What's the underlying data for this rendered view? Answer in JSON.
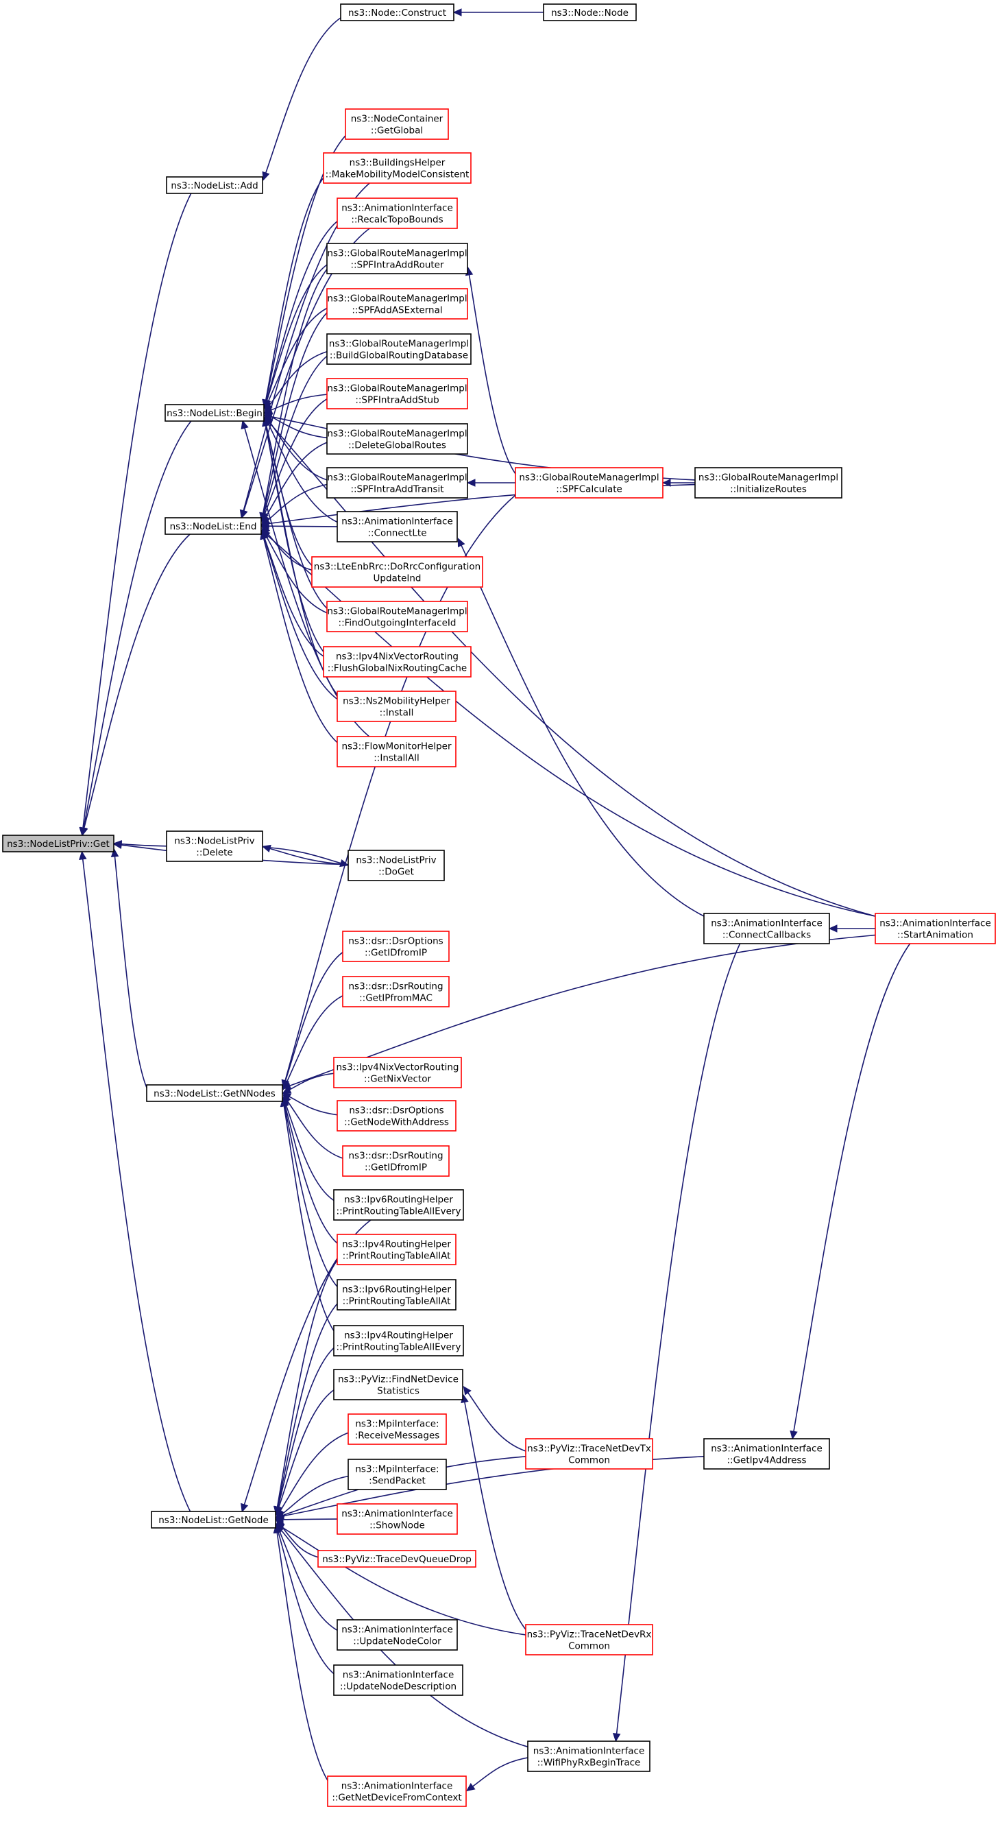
{
  "diagram": {
    "type": "call-graph",
    "colors": {
      "edge": "#191970",
      "normal_border": "#000000",
      "truncated_border": "#ff0000",
      "root_fill": "#bfbfbf"
    },
    "nodes": [
      {
        "id": "root",
        "lines": [
          "ns3::NodeListPriv::Get"
        ],
        "style": "root"
      },
      {
        "id": "nodelist_add",
        "lines": [
          "ns3::NodeList::Add"
        ],
        "style": "normal"
      },
      {
        "id": "node_construct",
        "lines": [
          "ns3::Node::Construct"
        ],
        "style": "normal"
      },
      {
        "id": "node_node",
        "lines": [
          "ns3::Node::Node"
        ],
        "style": "normal"
      },
      {
        "id": "nodelist_begin",
        "lines": [
          "ns3::NodeList::Begin"
        ],
        "style": "normal"
      },
      {
        "id": "nodelist_end",
        "lines": [
          "ns3::NodeList::End"
        ],
        "style": "normal"
      },
      {
        "id": "nodecontainer_getglobal",
        "lines": [
          "ns3::NodeContainer",
          "::GetGlobal"
        ],
        "style": "truncated"
      },
      {
        "id": "buildings_makemobility",
        "lines": [
          "ns3::BuildingsHelper",
          "::MakeMobilityModelConsistent"
        ],
        "style": "truncated"
      },
      {
        "id": "anim_recalc",
        "lines": [
          "ns3::AnimationInterface",
          "::RecalcTopoBounds"
        ],
        "style": "truncated"
      },
      {
        "id": "grm_spfintraaddrouter",
        "lines": [
          "ns3::GlobalRouteManagerImpl",
          "::SPFIntraAddRouter"
        ],
        "style": "normal"
      },
      {
        "id": "grm_spfaddasexternal",
        "lines": [
          "ns3::GlobalRouteManagerImpl",
          "::SPFAddASExternal"
        ],
        "style": "truncated"
      },
      {
        "id": "grm_buildglobal",
        "lines": [
          "ns3::GlobalRouteManagerImpl",
          "::BuildGlobalRoutingDatabase"
        ],
        "style": "normal"
      },
      {
        "id": "grm_spfintraaddstub",
        "lines": [
          "ns3::GlobalRouteManagerImpl",
          "::SPFIntraAddStub"
        ],
        "style": "truncated"
      },
      {
        "id": "grm_deleteglobal",
        "lines": [
          "ns3::GlobalRouteManagerImpl",
          "::DeleteGlobalRoutes"
        ],
        "style": "normal"
      },
      {
        "id": "grm_spfintraaddtransit",
        "lines": [
          "ns3::GlobalRouteManagerImpl",
          "::SPFIntraAddTransit"
        ],
        "style": "normal"
      },
      {
        "id": "grm_spfcalculate",
        "lines": [
          "ns3::GlobalRouteManagerImpl",
          "::SPFCalculate"
        ],
        "style": "truncated"
      },
      {
        "id": "grm_initializeroutes",
        "lines": [
          "ns3::GlobalRouteManagerImpl",
          "::InitializeRoutes"
        ],
        "style": "normal"
      },
      {
        "id": "anim_connectlte",
        "lines": [
          "ns3::AnimationInterface",
          "::ConnectLte"
        ],
        "style": "normal"
      },
      {
        "id": "lte_dorrc",
        "lines": [
          "ns3::LteEnbRrc::DoRrcConfiguration",
          "UpdateInd"
        ],
        "style": "truncated"
      },
      {
        "id": "grm_findoutgoing",
        "lines": [
          "ns3::GlobalRouteManagerImpl",
          "::FindOutgoingInterfaceId"
        ],
        "style": "truncated"
      },
      {
        "id": "ipv4nix_flush",
        "lines": [
          "ns3::Ipv4NixVectorRouting",
          "::FlushGlobalNixRoutingCache"
        ],
        "style": "truncated"
      },
      {
        "id": "ns2mobility_install",
        "lines": [
          "ns3::Ns2MobilityHelper",
          "::Install"
        ],
        "style": "truncated"
      },
      {
        "id": "flowmonitor_installall",
        "lines": [
          "ns3::FlowMonitorHelper",
          "::InstallAll"
        ],
        "style": "truncated"
      },
      {
        "id": "nlp_delete",
        "lines": [
          "ns3::NodeListPriv",
          "::Delete"
        ],
        "style": "normal"
      },
      {
        "id": "nlp_doget",
        "lines": [
          "ns3::NodeListPriv",
          "::DoGet"
        ],
        "style": "normal"
      },
      {
        "id": "anim_connectcallbacks",
        "lines": [
          "ns3::AnimationInterface",
          "::ConnectCallbacks"
        ],
        "style": "normal"
      },
      {
        "id": "anim_startanimation",
        "lines": [
          "ns3::AnimationInterface",
          "::StartAnimation"
        ],
        "style": "truncated"
      },
      {
        "id": "dsropt_getidfromip",
        "lines": [
          "ns3::dsr::DsrOptions",
          "::GetIDfromIP"
        ],
        "style": "truncated"
      },
      {
        "id": "dsrrouting_getipfrommac",
        "lines": [
          "ns3::dsr::DsrRouting",
          "::GetIPfromMAC"
        ],
        "style": "truncated"
      },
      {
        "id": "nodelist_getnnodes",
        "lines": [
          "ns3::NodeList::GetNNodes"
        ],
        "style": "normal"
      },
      {
        "id": "ipv4nix_getnixvector",
        "lines": [
          "ns3::Ipv4NixVectorRouting",
          "::GetNixVector"
        ],
        "style": "truncated"
      },
      {
        "id": "dsropt_getnodewithaddress",
        "lines": [
          "ns3::dsr::DsrOptions",
          "::GetNodeWithAddress"
        ],
        "style": "truncated"
      },
      {
        "id": "dsrrouting_getidfromip",
        "lines": [
          "ns3::dsr::DsrRouting",
          "::GetIDfromIP"
        ],
        "style": "truncated"
      },
      {
        "id": "ipv6rh_printallevery",
        "lines": [
          "ns3::Ipv6RoutingHelper",
          "::PrintRoutingTableAllEvery"
        ],
        "style": "normal"
      },
      {
        "id": "ipv4rh_printallat",
        "lines": [
          "ns3::Ipv4RoutingHelper",
          "::PrintRoutingTableAllAt"
        ],
        "style": "truncated"
      },
      {
        "id": "ipv6rh_printallat",
        "lines": [
          "ns3::Ipv6RoutingHelper",
          "::PrintRoutingTableAllAt"
        ],
        "style": "normal"
      },
      {
        "id": "ipv4rh_printallevery",
        "lines": [
          "ns3::Ipv4RoutingHelper",
          "::PrintRoutingTableAllEvery"
        ],
        "style": "normal"
      },
      {
        "id": "pyviz_findnetdevice",
        "lines": [
          "ns3::PyViz::FindNetDevice",
          "Statistics"
        ],
        "style": "normal"
      },
      {
        "id": "mpi_receivemessages",
        "lines": [
          "ns3::MpiInterface:",
          ":ReceiveMessages"
        ],
        "style": "truncated"
      },
      {
        "id": "pyviz_tracenetdevtx",
        "lines": [
          "ns3::PyViz::TraceNetDevTx",
          "Common"
        ],
        "style": "truncated"
      },
      {
        "id": "anim_getipv4address",
        "lines": [
          "ns3::AnimationInterface",
          "::GetIpv4Address"
        ],
        "style": "normal"
      },
      {
        "id": "mpi_sendpacket",
        "lines": [
          "ns3::MpiInterface:",
          ":SendPacket"
        ],
        "style": "normal"
      },
      {
        "id": "nodelist_getnode",
        "lines": [
          "ns3::NodeList::GetNode"
        ],
        "style": "normal"
      },
      {
        "id": "anim_shownode",
        "lines": [
          "ns3::AnimationInterface",
          "::ShowNode"
        ],
        "style": "truncated"
      },
      {
        "id": "pyviz_tracedevqueuedrop",
        "lines": [
          "ns3::PyViz::TraceDevQueueDrop"
        ],
        "style": "truncated"
      },
      {
        "id": "anim_updatenodecolor",
        "lines": [
          "ns3::AnimationInterface",
          "::UpdateNodeColor"
        ],
        "style": "normal"
      },
      {
        "id": "pyviz_tracenetdevrx",
        "lines": [
          "ns3::PyViz::TraceNetDevRx",
          "Common"
        ],
        "style": "truncated"
      },
      {
        "id": "anim_updatenodedescription",
        "lines": [
          "ns3::AnimationInterface",
          "::UpdateNodeDescription"
        ],
        "style": "normal"
      },
      {
        "id": "anim_wifiphyrxbegintrace",
        "lines": [
          "ns3::AnimationInterface",
          "::WifiPhyRxBeginTrace"
        ],
        "style": "normal"
      },
      {
        "id": "anim_getnetdevicefromcontext",
        "lines": [
          "ns3::AnimationInterface",
          "::GetNetDeviceFromContext"
        ],
        "style": "truncated"
      }
    ],
    "edges": [
      {
        "from": "nodelist_add",
        "to": "root"
      },
      {
        "from": "node_construct",
        "to": "nodelist_add"
      },
      {
        "from": "node_node",
        "to": "node_construct"
      },
      {
        "from": "nodelist_begin",
        "to": "root"
      },
      {
        "from": "nodelist_end",
        "to": "root"
      },
      {
        "from": "nlp_delete",
        "to": "root"
      },
      {
        "from": "nlp_doget",
        "to": "root"
      },
      {
        "from": "nlp_doget",
        "to": "nlp_delete"
      },
      {
        "from": "nlp_delete",
        "to": "nlp_doget"
      },
      {
        "from": "nodelist_getnnodes",
        "to": "root"
      },
      {
        "from": "nodelist_getnode",
        "to": "root"
      },
      {
        "from": "nodecontainer_getglobal",
        "to": "nodelist_begin"
      },
      {
        "from": "buildings_makemobility",
        "to": "nodelist_begin"
      },
      {
        "from": "anim_recalc",
        "to": "nodelist_begin"
      },
      {
        "from": "grm_spfintraaddrouter",
        "to": "nodelist_begin"
      },
      {
        "from": "grm_spfaddasexternal",
        "to": "nodelist_begin"
      },
      {
        "from": "grm_buildglobal",
        "to": "nodelist_begin"
      },
      {
        "from": "grm_spfintraaddstub",
        "to": "nodelist_begin"
      },
      {
        "from": "grm_deleteglobal",
        "to": "nodelist_begin"
      },
      {
        "from": "grm_spfintraaddtransit",
        "to": "nodelist_begin"
      },
      {
        "from": "anim_connectlte",
        "to": "nodelist_begin"
      },
      {
        "from": "lte_dorrc",
        "to": "nodelist_begin"
      },
      {
        "from": "grm_findoutgoing",
        "to": "nodelist_begin"
      },
      {
        "from": "ipv4nix_flush",
        "to": "nodelist_begin"
      },
      {
        "from": "ns2mobility_install",
        "to": "nodelist_begin"
      },
      {
        "from": "flowmonitor_installall",
        "to": "nodelist_begin"
      },
      {
        "from": "grm_initializeroutes",
        "to": "nodelist_begin"
      },
      {
        "from": "anim_startanimation",
        "to": "nodelist_begin"
      },
      {
        "from": "buildings_makemobility",
        "to": "nodelist_end"
      },
      {
        "from": "anim_recalc",
        "to": "nodelist_end"
      },
      {
        "from": "grm_spfintraaddrouter",
        "to": "nodelist_end"
      },
      {
        "from": "grm_spfaddasexternal",
        "to": "nodelist_end"
      },
      {
        "from": "grm_buildglobal",
        "to": "nodelist_end"
      },
      {
        "from": "grm_spfintraaddstub",
        "to": "nodelist_end"
      },
      {
        "from": "grm_deleteglobal",
        "to": "nodelist_end"
      },
      {
        "from": "grm_spfintraaddtransit",
        "to": "nodelist_end"
      },
      {
        "from": "anim_connectlte",
        "to": "nodelist_end"
      },
      {
        "from": "lte_dorrc",
        "to": "nodelist_end"
      },
      {
        "from": "grm_findoutgoing",
        "to": "nodelist_end"
      },
      {
        "from": "ipv4nix_flush",
        "to": "nodelist_end"
      },
      {
        "from": "ns2mobility_install",
        "to": "nodelist_end"
      },
      {
        "from": "flowmonitor_installall",
        "to": "nodelist_end"
      },
      {
        "from": "grm_initializeroutes",
        "to": "nodelist_end"
      },
      {
        "from": "anim_startanimation",
        "to": "nodelist_end"
      },
      {
        "from": "grm_spfcalculate",
        "to": "grm_spfintraaddrouter"
      },
      {
        "from": "grm_spfcalculate",
        "to": "grm_spfintraaddtransit"
      },
      {
        "from": "grm_initializeroutes",
        "to": "grm_spfcalculate"
      },
      {
        "from": "anim_connectcallbacks",
        "to": "anim_connectlte"
      },
      {
        "from": "anim_startanimation",
        "to": "anim_connectcallbacks"
      },
      {
        "from": "dsropt_getidfromip",
        "to": "nodelist_getnnodes"
      },
      {
        "from": "dsrrouting_getipfrommac",
        "to": "nodelist_getnnodes"
      },
      {
        "from": "ipv4nix_getnixvector",
        "to": "nodelist_getnnodes"
      },
      {
        "from": "dsropt_getnodewithaddress",
        "to": "nodelist_getnnodes"
      },
      {
        "from": "dsrrouting_getidfromip",
        "to": "nodelist_getnnodes"
      },
      {
        "from": "ipv6rh_printallevery",
        "to": "nodelist_getnnodes"
      },
      {
        "from": "ipv4rh_printallat",
        "to": "nodelist_getnnodes"
      },
      {
        "from": "ipv6rh_printallat",
        "to": "nodelist_getnnodes"
      },
      {
        "from": "ipv4rh_printallevery",
        "to": "nodelist_getnnodes"
      },
      {
        "from": "grm_spfcalculate",
        "to": "nodelist_getnnodes"
      },
      {
        "from": "anim_startanimation",
        "to": "nodelist_getnnodes"
      },
      {
        "from": "ipv6rh_printallevery",
        "to": "nodelist_getnode"
      },
      {
        "from": "ipv4rh_printallat",
        "to": "nodelist_getnode"
      },
      {
        "from": "ipv6rh_printallat",
        "to": "nodelist_getnode"
      },
      {
        "from": "ipv4rh_printallevery",
        "to": "nodelist_getnode"
      },
      {
        "from": "pyviz_findnetdevice",
        "to": "nodelist_getnode"
      },
      {
        "from": "mpi_receivemessages",
        "to": "nodelist_getnode"
      },
      {
        "from": "mpi_sendpacket",
        "to": "nodelist_getnode"
      },
      {
        "from": "anim_shownode",
        "to": "nodelist_getnode"
      },
      {
        "from": "pyviz_tracedevqueuedrop",
        "to": "nodelist_getnode"
      },
      {
        "from": "anim_updatenodecolor",
        "to": "nodelist_getnode"
      },
      {
        "from": "anim_updatenodedescription",
        "to": "nodelist_getnode"
      },
      {
        "from": "pyviz_tracenetdevtx",
        "to": "nodelist_getnode"
      },
      {
        "from": "pyviz_tracenetdevrx",
        "to": "nodelist_getnode"
      },
      {
        "from": "anim_wifiphyrxbegintrace",
        "to": "nodelist_getnode"
      },
      {
        "from": "anim_getnetdevicefromcontext",
        "to": "nodelist_getnode"
      },
      {
        "from": "anim_getipv4address",
        "to": "nodelist_getnode"
      },
      {
        "from": "pyviz_tracenetdevtx",
        "to": "pyviz_findnetdevice"
      },
      {
        "from": "pyviz_tracenetdevrx",
        "to": "pyviz_findnetdevice"
      },
      {
        "from": "anim_wifiphyrxbegintrace",
        "to": "anim_getnetdevicefromcontext"
      },
      {
        "from": "anim_startanimation",
        "to": "anim_getipv4address"
      },
      {
        "from": "anim_connectcallbacks",
        "to": "anim_wifiphyrxbegintrace"
      }
    ]
  }
}
